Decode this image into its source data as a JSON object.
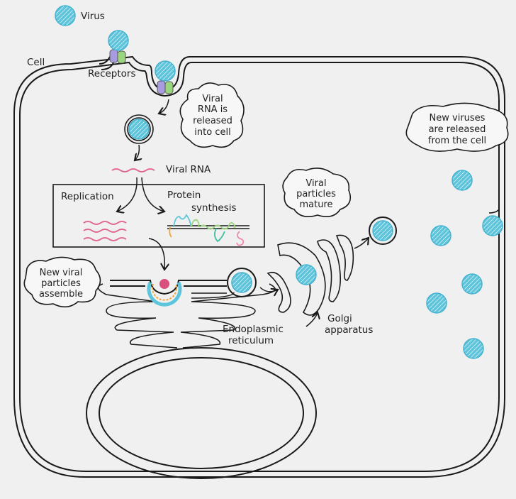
{
  "title": "Viral replication cycle in a cell",
  "labels": {
    "virus": "Virus",
    "cell": "Cell",
    "receptors": "Receptors",
    "viral_rna": "Viral RNA",
    "replication": "Replication",
    "protein_synthesis": [
      "Protein",
      "synthesis"
    ],
    "er": [
      "Endoplasmic",
      "reticulum"
    ],
    "golgi": [
      "Golgi",
      "apparatus"
    ]
  },
  "callouts": {
    "rna_released": [
      "Viral",
      "RNA is",
      "released",
      "into cell"
    ],
    "assemble": [
      "New viral",
      "particles",
      "assemble"
    ],
    "mature": [
      "Viral",
      "particles",
      "mature"
    ],
    "released": [
      "New viruses",
      "are released",
      "from the cell"
    ]
  },
  "colors": {
    "virus": "#5ec4dc",
    "rna": "#e0608f",
    "receptor_a": "#a99be0",
    "receptor_b": "#9ad67e",
    "background": "#f0f0f0"
  }
}
